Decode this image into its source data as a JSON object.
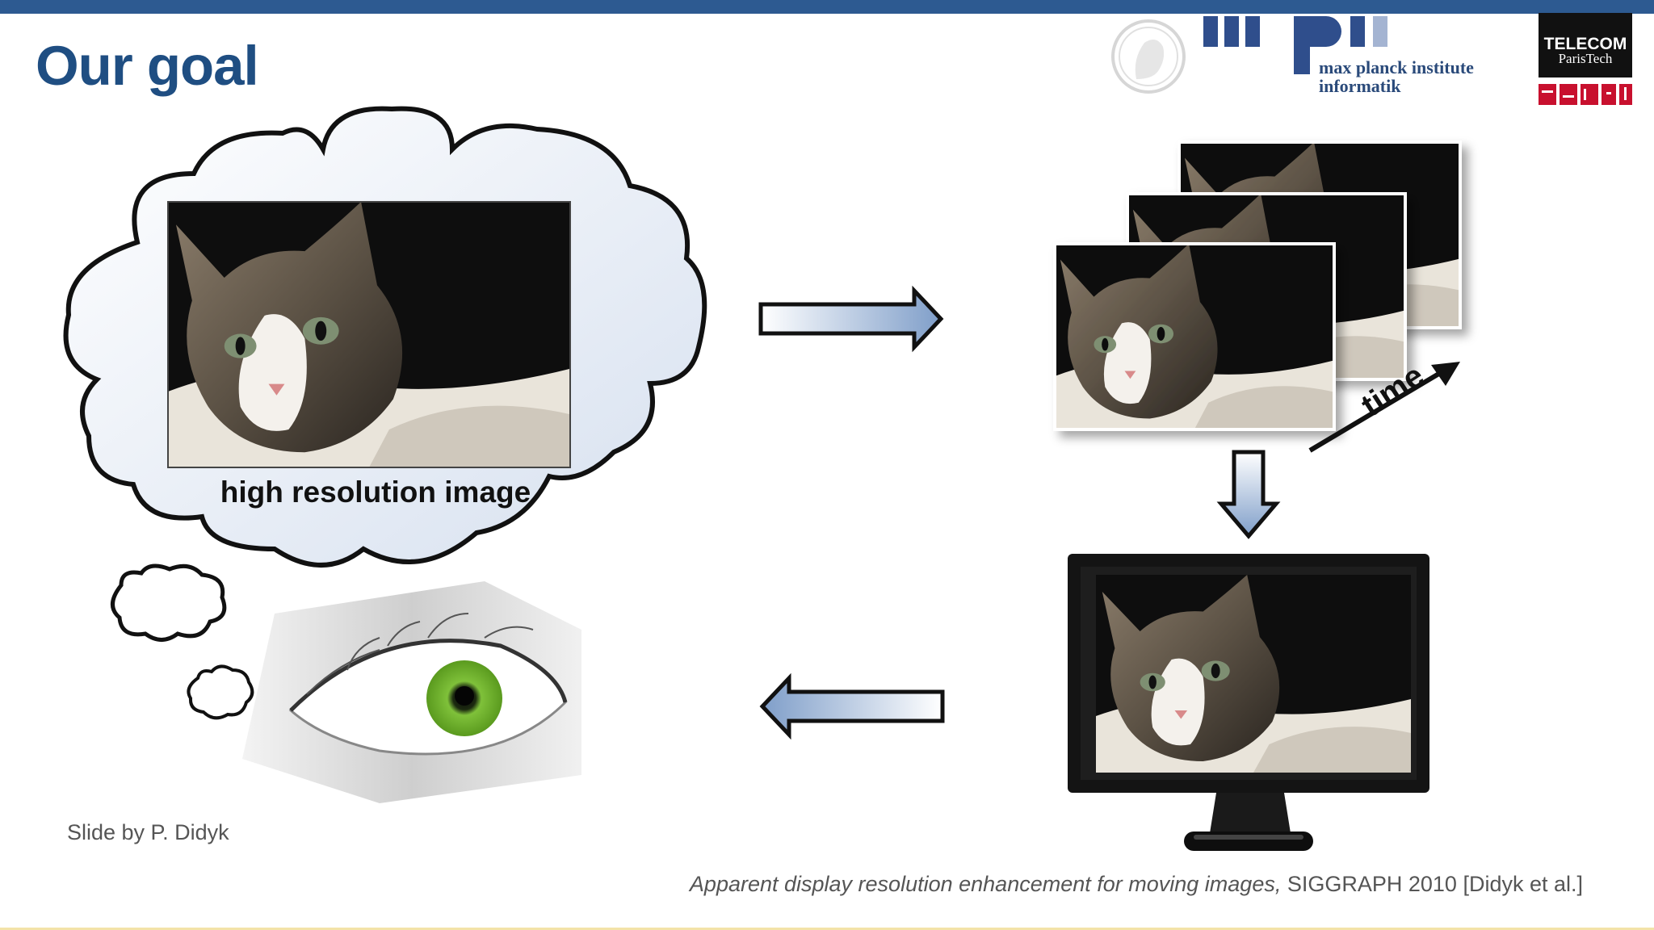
{
  "slide": {
    "title": "Our goal",
    "thought_label": "high resolution image",
    "time_label": "time",
    "credit": "Slide by P. Didyk",
    "citation_italic": "Apparent display resolution enhancement for moving images,",
    "citation_plain": " SIGGRAPH 2010 [Didyk et al.]"
  },
  "logos": {
    "mpi_letters": "mpii",
    "mpi_line1": "max planck institute",
    "mpi_line2": "informatik",
    "telecom_line1": "TELECOM",
    "telecom_line2": "ParisTech"
  },
  "colors": {
    "title": "#1f4e82",
    "top_bar": "#2d5a91",
    "arrow_fill_light": "#ffffff",
    "arrow_fill_dark": "#7f9ec9"
  }
}
